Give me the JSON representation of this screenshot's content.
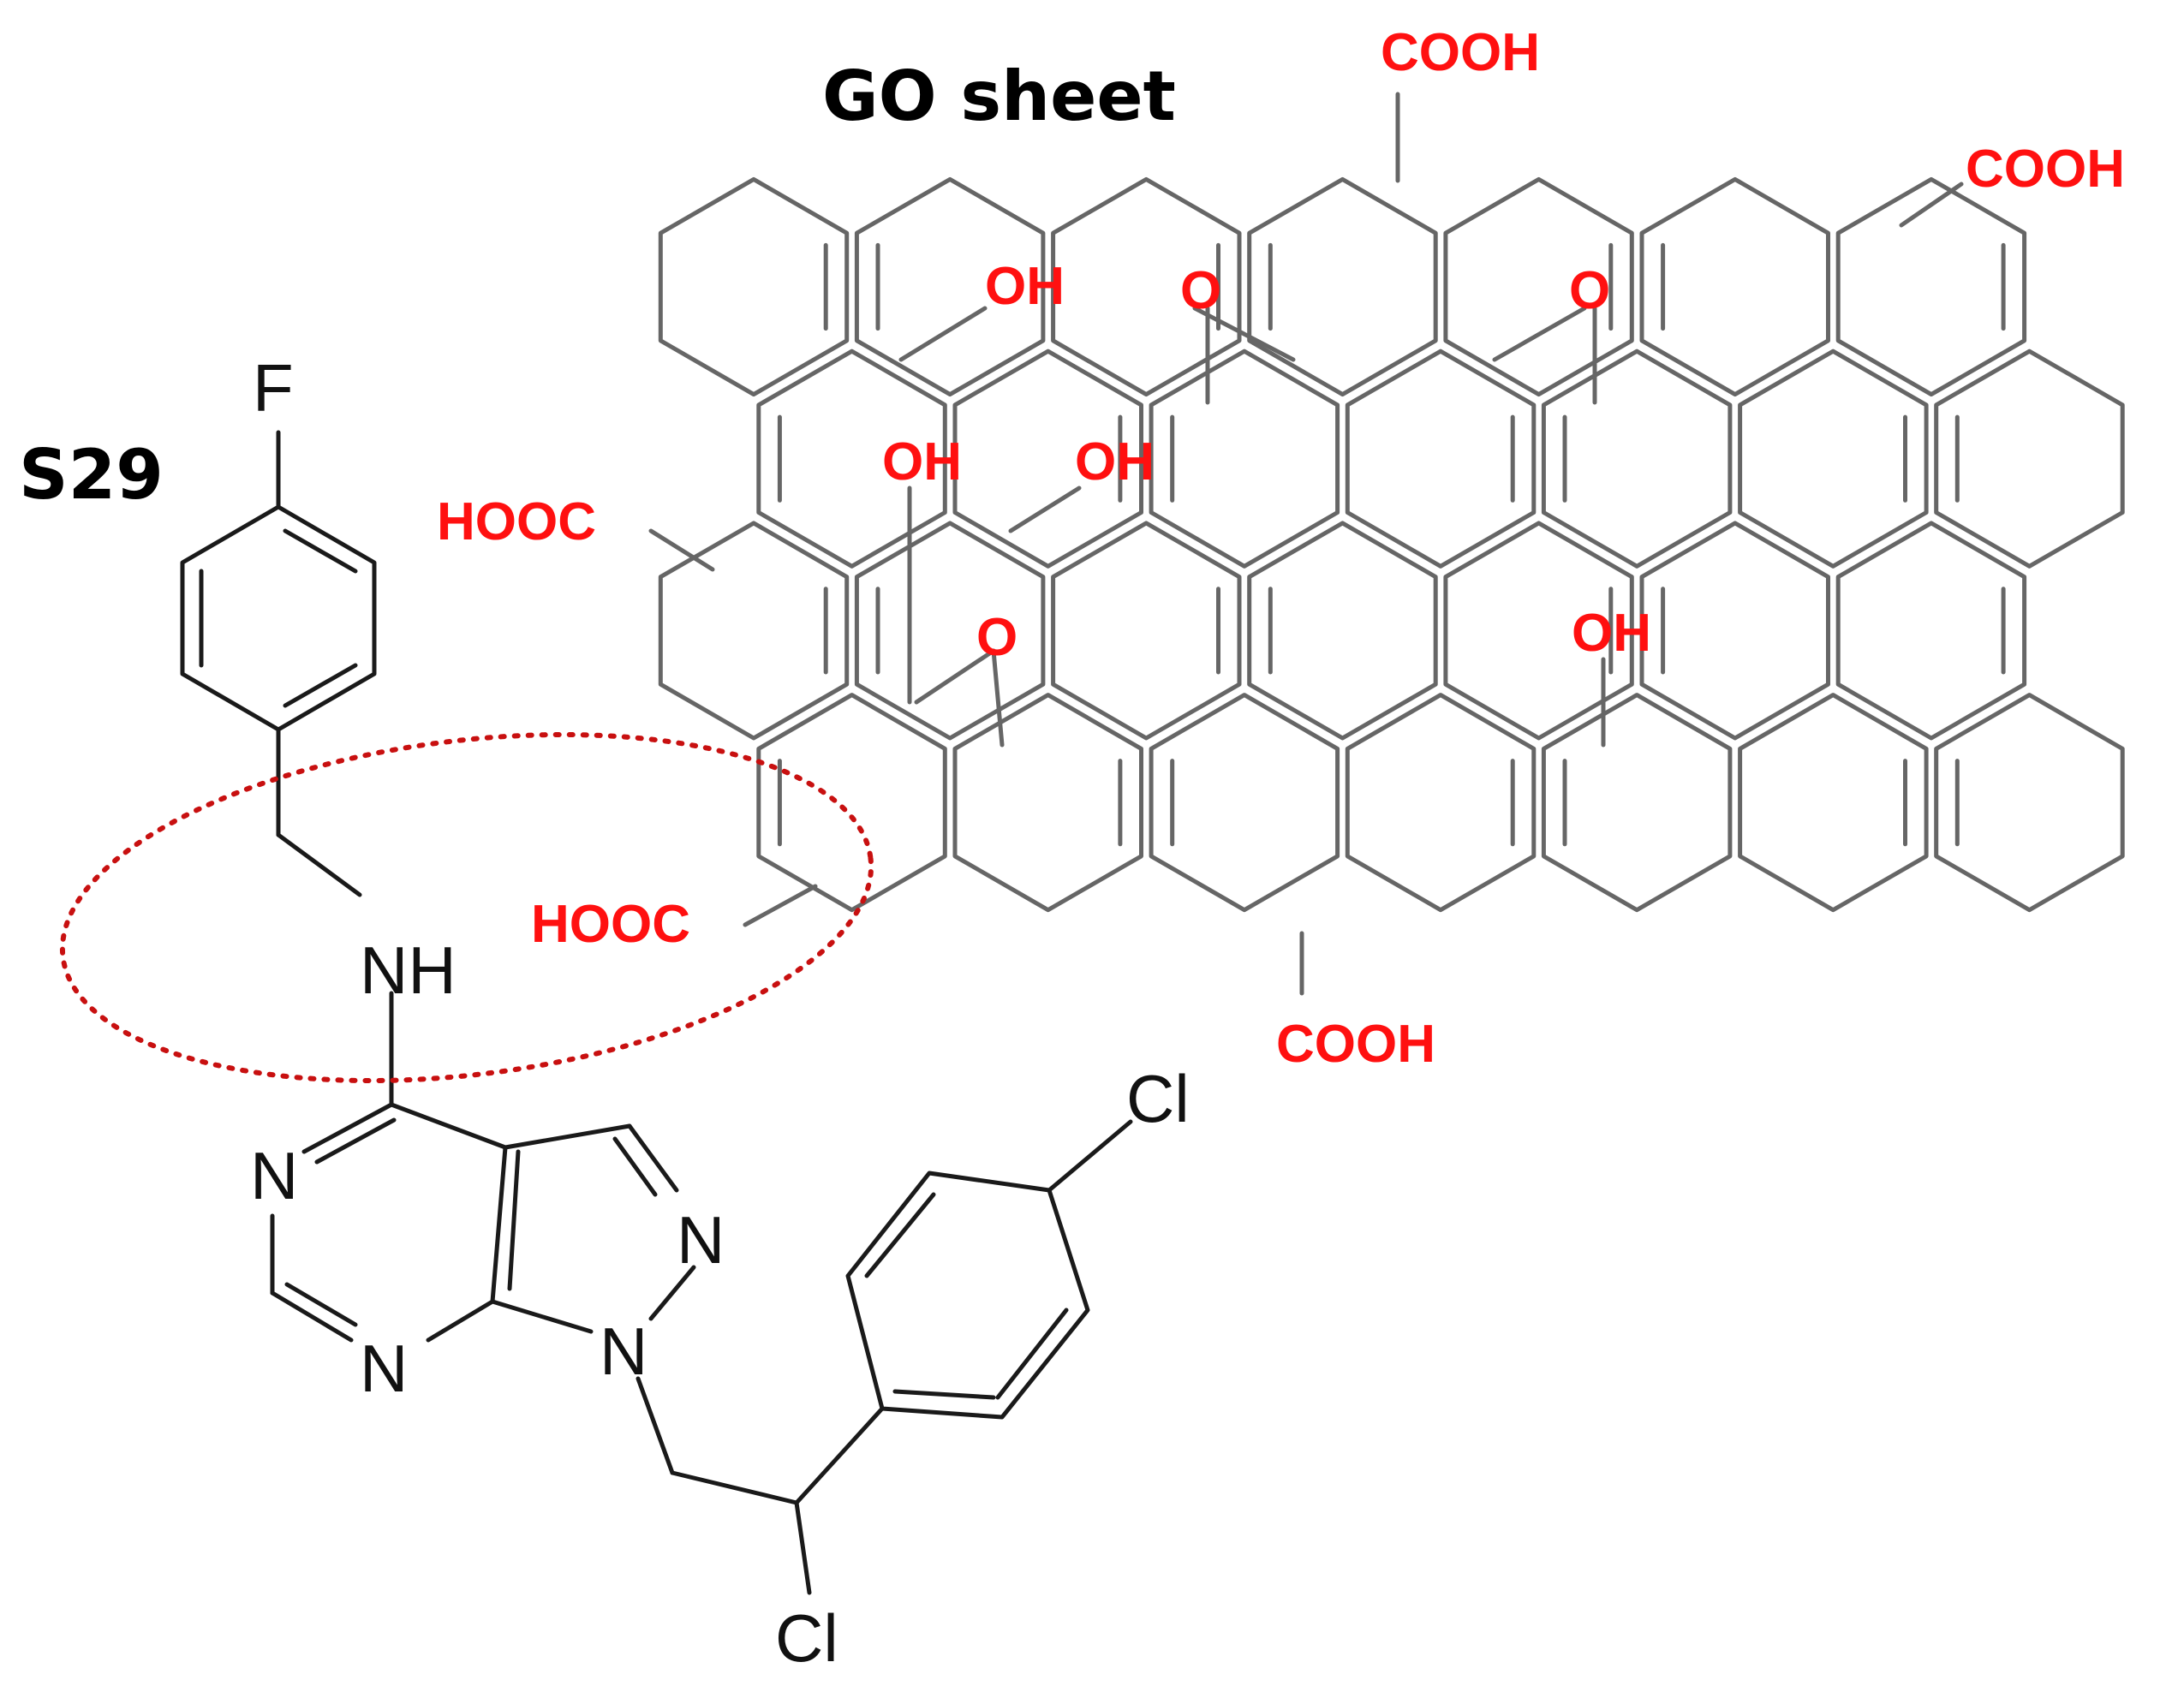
{
  "labels": {
    "go_sheet": "GO sheet",
    "molecule": "S29"
  },
  "go_groups": {
    "cooh_top_center": "COOH",
    "cooh_top_right": "COOH",
    "cooh_bottom": "COOH",
    "hooc_left_upper": "HOOC",
    "hooc_left_lower": "HOOC",
    "oh_1": "OH",
    "oh_2": "OH",
    "oh_3": "OH",
    "oh_4": "OH",
    "epoxide_1": "O",
    "epoxide_2": "O",
    "epoxide_3": "O"
  },
  "s29_atoms": {
    "fluorine": "F",
    "amine": "NH",
    "n_pyrimidine_top": "N",
    "n_pyrimidine_bottom": "N",
    "n_pyrazole_right": "N",
    "n_pyrazole_bottom": "N",
    "chlorine_aryl": "Cl",
    "chlorine_alkyl": "Cl"
  },
  "colors": {
    "bond_gray": "#666666",
    "bond_black": "#1a1a1a",
    "functional_red": "#ff1010",
    "ellipse_red": "#c81010"
  }
}
